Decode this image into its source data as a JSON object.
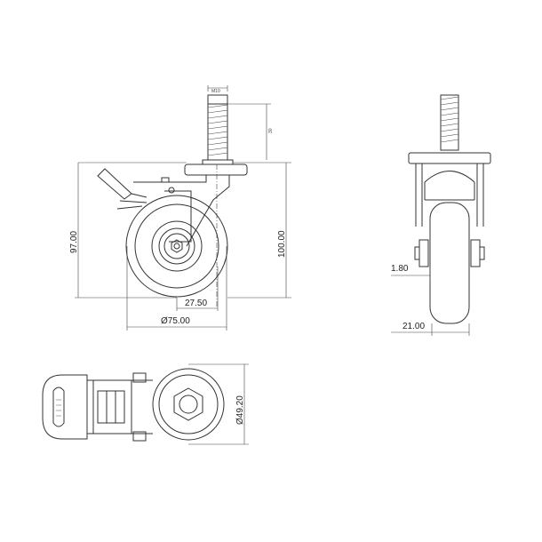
{
  "drawing": {
    "side_view": {
      "thread_label": "M10",
      "thread_length": "30",
      "overall_height": "100.00",
      "plate_height": "97.00",
      "offset": "27.50",
      "wheel_diameter": "Ø75.00"
    },
    "front_view": {
      "gap": "1.80",
      "wheel_width": "21.00"
    },
    "bottom_view": {
      "hub_diameter": "Ø49.20"
    },
    "line_color": "#333333"
  }
}
